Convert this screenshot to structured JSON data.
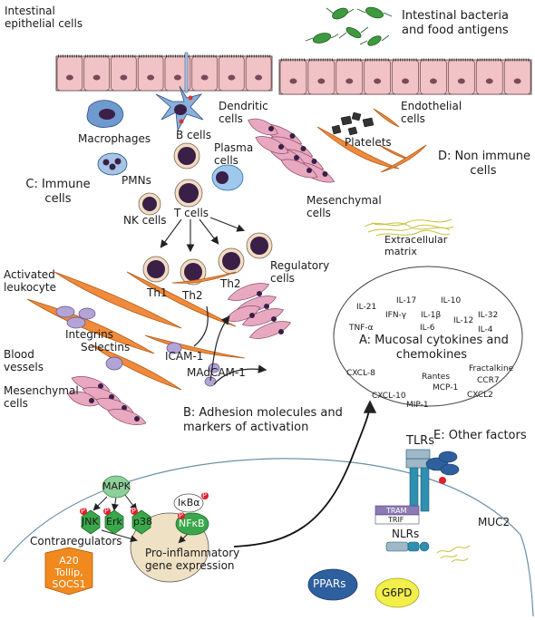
{
  "labels": {
    "intestinal_epithelial": [
      "Intestinal",
      "epithelial cells"
    ],
    "bacteria": [
      "Intestinal bacteria",
      "and food antigens"
    ],
    "macrophages": "Macrophages",
    "dendritic": [
      "Dendritic",
      "cells"
    ],
    "b_cells": "B cells",
    "plasma": [
      "Plasma",
      "cells"
    ],
    "endothelial": [
      "Endothelial",
      "cells"
    ],
    "platelets": "Platelets",
    "non_immune": [
      "D: Non immune",
      "cells"
    ],
    "pmns": "PMNs",
    "immune_cells": [
      "C: Immune",
      "cells"
    ],
    "nk_cells": "NK cells",
    "t_cells": "T cells",
    "mesenchymal_top": [
      "Mesenchymal",
      "cells"
    ],
    "ecm": [
      "Extracellular",
      "matrix"
    ],
    "th1": "Th1",
    "th2a": "Th2",
    "th2b": "Th2",
    "regulatory": [
      "Regulatory",
      "cells"
    ],
    "activated_leukocyte": [
      "Activated",
      "leukocyte"
    ],
    "integrins": "Integrins",
    "selectins": "Selectins",
    "blood_vessels": [
      "Blood",
      "vessels"
    ],
    "icam": "ICAM-1",
    "madcam": "MAdCAM-1",
    "mesenchymal_bottom": [
      "Mesenchymal",
      "cells"
    ],
    "adhesion": [
      "B: Adhesion molecules and",
      "markers of activation"
    ],
    "other_factors": "E: Other factors",
    "tlrs": "TLRs",
    "tram": "TRAM",
    "trif": "TRIF",
    "nlrs": "NLRs",
    "muc2": "MUC2",
    "ppars": "PPARs",
    "g6pd": "G6PD",
    "mapk": "MAPK",
    "jnk": "JNK",
    "erk": "Erk",
    "p38": "p38",
    "ikba": "IκBα",
    "nfkb": "NFκB",
    "p_marker": "P",
    "contraregulators": "Contraregulators",
    "a20": [
      "A20",
      "Tollip,",
      "SOCS1"
    ],
    "proinflammatory": [
      "Pro-inflammatory",
      "gene expression"
    ]
  },
  "cytokines": {
    "title": [
      "A: Mucosal cytokines and",
      "chemokines"
    ],
    "il21": "IL-21",
    "il17": "IL-17",
    "il10": "IL-10",
    "ifng": "IFN-γ",
    "il1b": "IL-1β",
    "il12": "IL-12",
    "il32": "IL-32",
    "tnfa": "TNF-α",
    "il6": "IL-6",
    "il4": "IL-4",
    "fractalkine": "Fractalkine",
    "cxcl8": "CXCL-8",
    "rantes": "Rantes",
    "ccr7": "CCR7",
    "mcp1": "MCP-1",
    "cxcl10": "CXCL-10",
    "cxcl2": "CXCL2",
    "mip1": "MIP-1"
  },
  "colors": {
    "epithelium": "#f2c3c6",
    "nucleus": "#3a1f47",
    "lymphocyte": "#f2dcc4",
    "fibroblast": "#e8a9c0",
    "vessel": "#f08a3c",
    "macrophage": "#6e9ad0",
    "bacteria": "#3e9a3e",
    "mapk": "#8fd09a",
    "kinase": "#3aa84a",
    "phospho": "#e0202a",
    "nucleus_bg": "#efe1c3",
    "contraregulator": "#f08a1e",
    "ppars": "#2e5f9e",
    "g6pd": "#f2ee4a",
    "tlr_teal": "#2e8fb0",
    "tram_purple": "#8c7ab4"
  }
}
